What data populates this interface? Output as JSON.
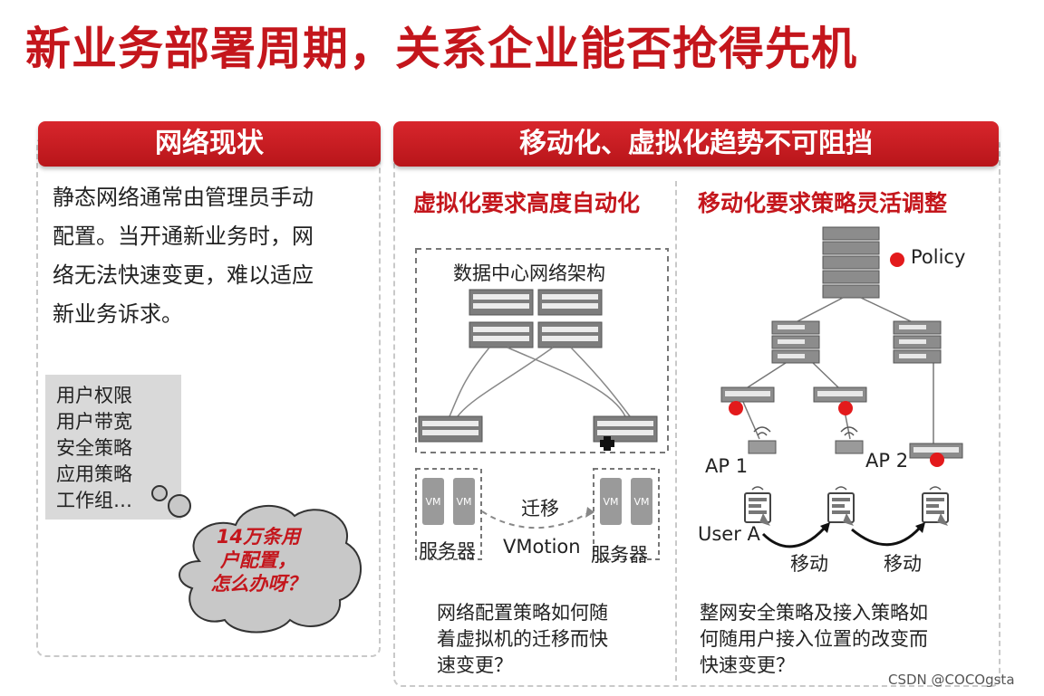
{
  "slide": {
    "title": "新业务部署周期，关系企业能否抢得先机"
  },
  "left_panel": {
    "banner": "网络现状",
    "text_lines": [
      "静态网络通常由管理员手动",
      "配置。当开通新业务时，网",
      "络无法快速变更，难以适应",
      "新业务诉求。"
    ],
    "list": [
      "用户权限",
      "用户带宽",
      "安全策略",
      "应用策略",
      "工作组…"
    ],
    "cloud_lines": [
      "14万条用",
      "户配置，",
      "怎么办呀？"
    ]
  },
  "right_panel": {
    "banner": "移动化、虚拟化趋势不可阻挡",
    "virtualization": {
      "heading": "虚拟化要求高度自动化",
      "dc_label": "数据中心网络架构",
      "migrate_label": "迁移",
      "vmotion_label": "VMotion",
      "server_left": "服务器",
      "server_right": "服务器",
      "vm_label": "VM",
      "caption_lines": [
        "网络配置策略如何随",
        "着虚拟机的迁移而快",
        "速变更？"
      ]
    },
    "mobility": {
      "heading": "移动化要求策略灵活调整",
      "policy_label": "Policy",
      "ap1_label": "AP 1",
      "ap2_label": "AP 2",
      "user_label": "User A",
      "move_label_1": "移动",
      "move_label_2": "移动",
      "caption_lines": [
        "整网安全策略及接入策略如",
        "何随用户接入位置的改变而",
        "快速变更？"
      ]
    }
  },
  "watermark": "CSDN @COCOgsta",
  "colors": {
    "brand_red": "#c4161c",
    "policy_dot": "#e31a1c",
    "device_gray": "#8c8c8c"
  }
}
